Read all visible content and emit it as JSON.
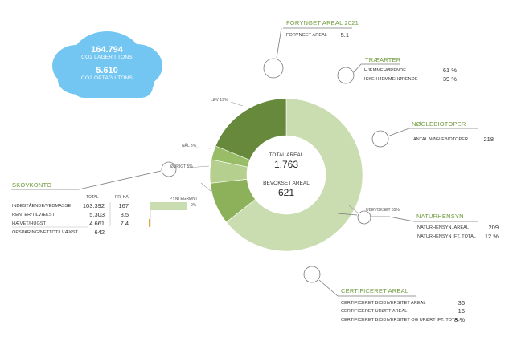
{
  "cloud": {
    "value1": "164.794",
    "label1": "CO2 LAGER I TONS",
    "value2": "5.610",
    "label2": "CO2 OPTAG I TONS"
  },
  "center": {
    "total_label": "TOTAL AREAL",
    "total_value": "1.763",
    "bevokset_label": "BEVOKSET AREAL",
    "bevokset_value": "621"
  },
  "chart_data": {
    "type": "pie",
    "variant": "donut",
    "slices": [
      {
        "label": "UBEVOKSET 65%",
        "value": 65,
        "color": "#c9ddb0"
      },
      {
        "label": "PYNTEGRØNT",
        "value": 9,
        "color": "#8cb15a"
      },
      {
        "label": "ØVRIGT 5%",
        "value": 5,
        "color": "#b5cf8f"
      },
      {
        "label": "NÅL 3%",
        "value": 3,
        "color": "#99bd66"
      },
      {
        "label": "LØV 19%",
        "value": 19,
        "color": "#67893c"
      }
    ],
    "side_bar": {
      "label": "9%",
      "color": "#c9ddb0",
      "accent": "#e8a93c"
    }
  },
  "foryngelse": {
    "title": "FORYNGET AREAL 2021",
    "rows": [
      {
        "label": "FORYNGET AREAL",
        "value": "5.1"
      }
    ]
  },
  "traearter": {
    "title": "TRÆARTER",
    "rows": [
      {
        "label": "HJEMMEHØRENDE",
        "value": "61 %"
      },
      {
        "label": "IKKE HJEMMEHØRENDE",
        "value": "39 %"
      }
    ]
  },
  "noeglebiotoper": {
    "title": "NØGLEBIOTOPER",
    "rows": [
      {
        "label": "ANTAL NØGLEBIOTOPER",
        "value": "218"
      }
    ]
  },
  "naturhensyn": {
    "title": "NATURHENSYN",
    "rows": [
      {
        "label": "NATURHENSYN, AREAL",
        "value": "209"
      },
      {
        "label": "NATURHENSYN IFT. TOTAL",
        "value": "12 %"
      }
    ]
  },
  "certificeret": {
    "title": "CERTIFICERET AREAL",
    "rows": [
      {
        "label": "CERTIFICERET BIODIVERSITET AREAL",
        "value": "36"
      },
      {
        "label": "CERTIFICERET URØRT AREAL",
        "value": "16"
      },
      {
        "label": "CERTIFICERET BIODIVERSITET OG URØRT IFT. TOTAL",
        "value": "3 %"
      }
    ]
  },
  "skovkonto": {
    "title": "SKOVKONTO",
    "col_total": "TOTAL",
    "col_prha": "PR. HA.",
    "rows": [
      {
        "label": "INDESTÅENDE/VEDMASSE",
        "total": "103.392",
        "prha": "167"
      },
      {
        "label": "RENTER/TILVÆKST",
        "total": "5.303",
        "prha": "8.5"
      },
      {
        "label": "HÆVET/HUGST",
        "total": "4.661",
        "prha": "7.4"
      },
      {
        "label": "OPSPARING/NETTOTILVÆKST",
        "total": "642",
        "prha": ""
      }
    ]
  }
}
